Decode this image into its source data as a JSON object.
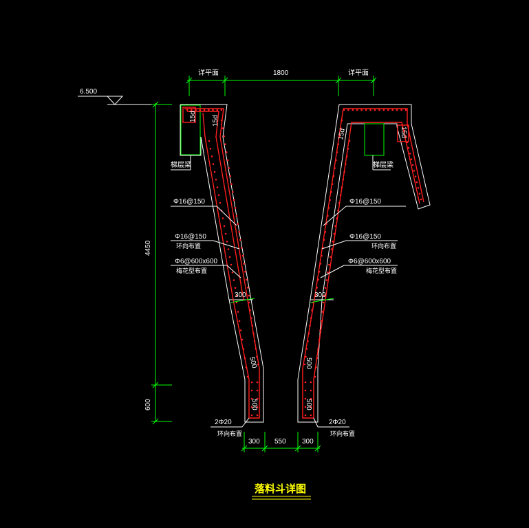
{
  "title": "落料斗详图",
  "elevation": "6.500",
  "dims": {
    "top_left": "详平面",
    "top_mid": "1800",
    "top_right": "详平面",
    "height_main": "4450",
    "height_bottom": "600",
    "bottom_left": "300",
    "bottom_mid": "550",
    "bottom_right": "300"
  },
  "left": {
    "anchor": "15d",
    "inner_anchor": "15d",
    "beam": "梯层梁",
    "rebar1": "Φ16@150",
    "rebar2": "Φ16@150",
    "rebar2_note": "环向布置",
    "rebar3": "Φ6@600x600",
    "rebar3_note": "梅花型布置",
    "thick_upper": "300",
    "thick_lower": "500",
    "thick_bottom": "500",
    "bottom_bar": "2Φ20",
    "bottom_bar_note": "环向布置"
  },
  "right": {
    "anchor": "15d",
    "inner_anchor": "15d",
    "beam": "梯层梁",
    "rebar1": "Φ16@150",
    "rebar2": "Φ16@150",
    "rebar2_note": "环向布置",
    "rebar3": "Φ6@600x600",
    "rebar3_note": "梅花型布置",
    "thick_upper": "300",
    "thick_lower": "500",
    "thick_bottom": "500",
    "bottom_bar": "2Φ20",
    "bottom_bar_note": "环向布置"
  },
  "colors": {
    "background": "#000000",
    "dimension": "#00ff00",
    "outline": "#ffffff",
    "rebar": "#ff2020",
    "title": "#ffff00"
  }
}
